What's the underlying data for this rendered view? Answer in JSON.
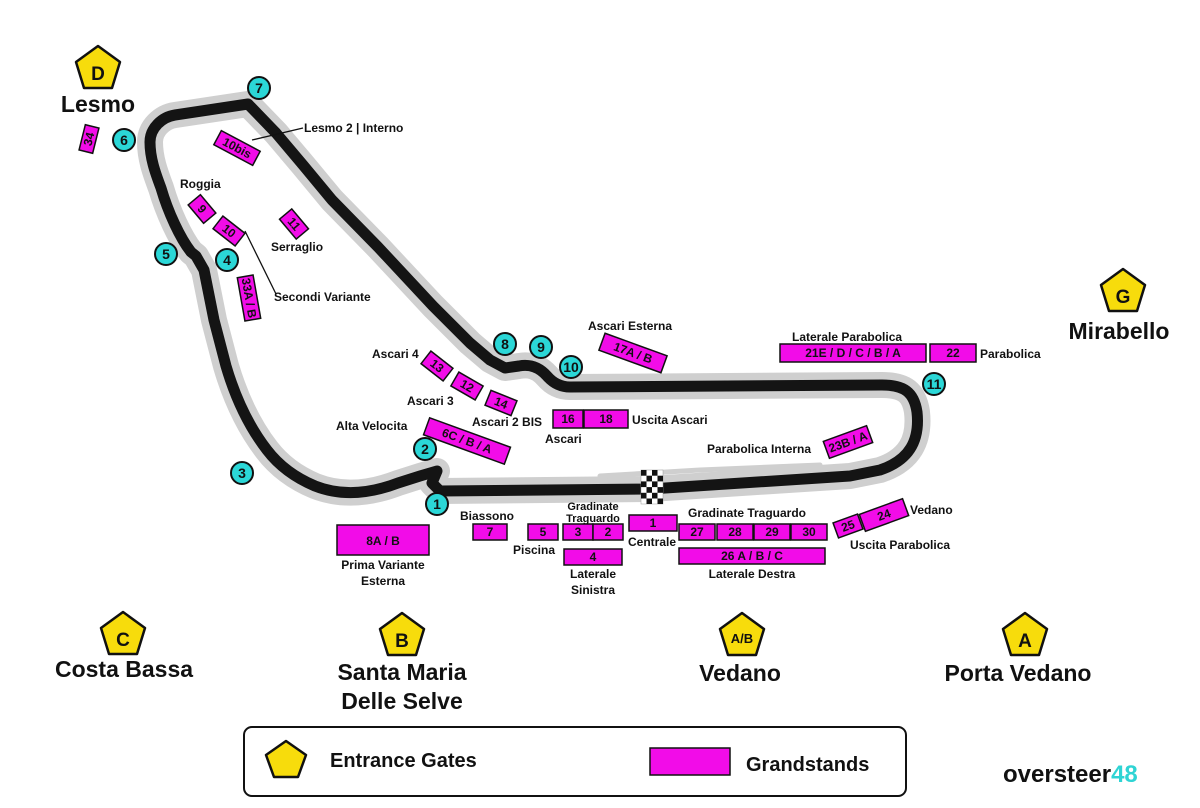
{
  "colors": {
    "track": "#141414",
    "runoff": "#cfcfcf",
    "grandstand": "#f20ce8",
    "gate": "#f7dc0c",
    "turn": "#2bd7d7",
    "brand_accent": "#2fd4d4"
  },
  "gates": [
    {
      "id": "D",
      "name": "Lesmo"
    },
    {
      "id": "G",
      "name": "Mirabello"
    },
    {
      "id": "C",
      "name": "Costa Bassa"
    },
    {
      "id": "B",
      "name": "Santa Maria Delle Selve"
    },
    {
      "id": "A/B",
      "name": "Vedano"
    },
    {
      "id": "A",
      "name": "Porta Vedano"
    }
  ],
  "turns": [
    "1",
    "2",
    "3",
    "4",
    "5",
    "6",
    "7",
    "8",
    "9",
    "10",
    "11"
  ],
  "grandstands": [
    "34",
    "10bis",
    "9",
    "10",
    "11",
    "33A / B",
    "13",
    "12",
    "14",
    "6C / B / A",
    "17A / B",
    "16",
    "18",
    "21E / D / C / B / A",
    "22",
    "23B / A",
    "8A / B",
    "7",
    "5",
    "3",
    "2",
    "4",
    "1",
    "27",
    "28",
    "29",
    "30",
    "26 A / B / C",
    "25",
    "24"
  ],
  "labels": {
    "lesmo2": "Lesmo 2 | Interno",
    "roggia": "Roggia",
    "serraglio": "Serraglio",
    "secondi_variante": "Secondi Variante",
    "ascari4": "Ascari 4",
    "ascari3": "Ascari 3",
    "ascari2bis": "Ascari 2 BIS",
    "alta_velocita": "Alta Velocita",
    "ascari_esterna": "Ascari Esterna",
    "ascari": "Ascari",
    "uscita_ascari": "Uscita Ascari",
    "laterale_parabolica": "Laterale Parabolica",
    "parabolica": "Parabolica",
    "parabolica_interna": "Parabolica Interna",
    "biassono": "Biassono",
    "piscina": "Piscina",
    "gradinate_traguardo_1": "Gradinate",
    "gradinate_traguardo_2": "Traguardo",
    "centrale": "Centrale",
    "laterale_sinistra_1": "Laterale",
    "laterale_sinistra_2": "Sinistra",
    "gradinate_traguardo_right": "Gradinate Traguardo",
    "laterale_destra": "Laterale Destra",
    "vedano": "Vedano",
    "uscita_parabolica": "Uscita Parabolica",
    "prima_variante_1": "Prima Variante",
    "prima_variante_2": "Esterna"
  },
  "legend": {
    "gates_label": "Entrance Gates",
    "grandstands_label": "Grandstands"
  },
  "brand": {
    "name": "oversteer",
    "number": "48"
  }
}
